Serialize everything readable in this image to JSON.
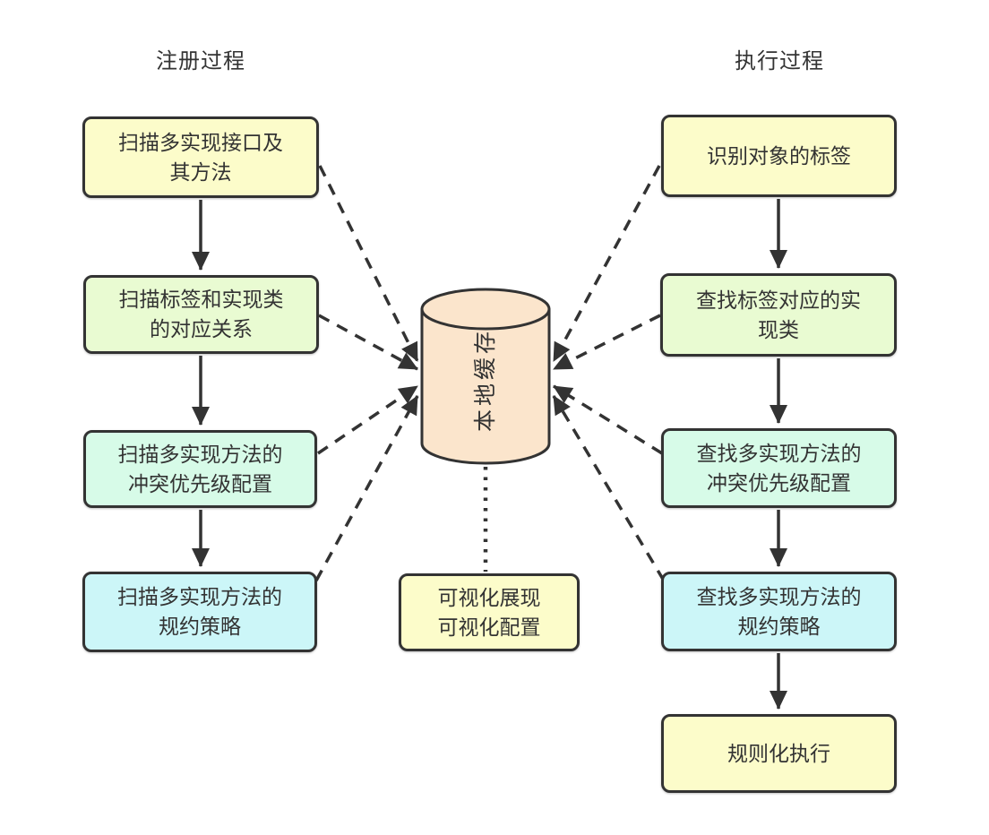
{
  "columns": {
    "register": {
      "title": "注册过程",
      "steps": [
        {
          "lines": [
            "扫描多实现接口及",
            "其方法"
          ],
          "color": "#FCFCCA"
        },
        {
          "lines": [
            "扫描标签和实现类",
            "的对应关系"
          ],
          "color": "#E9FBD2"
        },
        {
          "lines": [
            "扫描多实现方法的",
            "冲突优先级配置"
          ],
          "color": "#D7FBE8"
        },
        {
          "lines": [
            "扫描多实现方法的",
            "规约策略"
          ],
          "color": "#CCF6F8"
        }
      ]
    },
    "execute": {
      "title": "执行过程",
      "steps": [
        {
          "lines": [
            "识别对象的标签"
          ],
          "color": "#FCFCCA"
        },
        {
          "lines": [
            "查找标签对应的实",
            "现类"
          ],
          "color": "#E9FBD2"
        },
        {
          "lines": [
            "查找多实现方法的",
            "冲突优先级配置"
          ],
          "color": "#D7FBE8"
        },
        {
          "lines": [
            "查找多实现方法的",
            "规约策略"
          ],
          "color": "#CCF6F8"
        },
        {
          "lines": [
            "规则化执行"
          ],
          "color": "#FCFCCA"
        }
      ]
    }
  },
  "cache": {
    "label": "本地缓存",
    "color": "#FBE5CC"
  },
  "visualization": {
    "lines": [
      "可视化展现",
      "可视化配置"
    ],
    "color": "#FCFCCA"
  },
  "style": {
    "border_color": "#333333",
    "text_color": "#333333",
    "arrow_color": "#333333",
    "background": "#FFFFFF"
  }
}
